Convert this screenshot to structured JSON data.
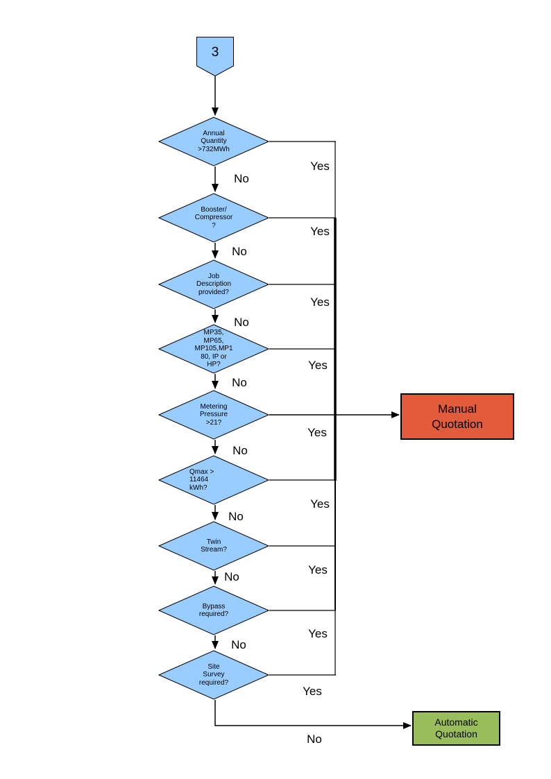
{
  "connector": {
    "label": "3"
  },
  "decisions": [
    {
      "id": "annual-quantity",
      "label": "Annual\nQuantity\n>732MWh",
      "yes": "Yes",
      "no": "No"
    },
    {
      "id": "booster-compressor",
      "label": "Booster/\nCompressor\n?",
      "yes": "Yes",
      "no": "No"
    },
    {
      "id": "job-description",
      "label": "Job\nDescription\nprovided?",
      "yes": "Yes",
      "no": "No"
    },
    {
      "id": "pressure-tier",
      "label": "MP35,\nMP65,\nMP105,MP1\n80, IP or\nHP?",
      "yes": "Yes",
      "no": "No"
    },
    {
      "id": "metering-pressure",
      "label": "Metering\nPressure\n>21?",
      "yes": "Yes",
      "no": "No"
    },
    {
      "id": "qmax",
      "label": "Qmax >\n11464\nkWh?",
      "yes": "Yes",
      "no": "No"
    },
    {
      "id": "twin-stream",
      "label": "Twin\nStream?",
      "yes": "Yes",
      "no": "No"
    },
    {
      "id": "bypass",
      "label": "Bypass\nrequired?",
      "yes": "Yes",
      "no": "No"
    },
    {
      "id": "site-survey",
      "label": "Site\nSurvey\nrequired?",
      "yes": "Yes",
      "no": "No"
    }
  ],
  "outcomes": {
    "manual": {
      "label": "Manual\nQuotation",
      "color": "#E25C3B"
    },
    "automatic": {
      "label": "Automatic\nQuotation",
      "color": "#9ABD5C"
    }
  },
  "colors": {
    "decision_fill": "#99CCFF",
    "stroke": "#000000"
  }
}
